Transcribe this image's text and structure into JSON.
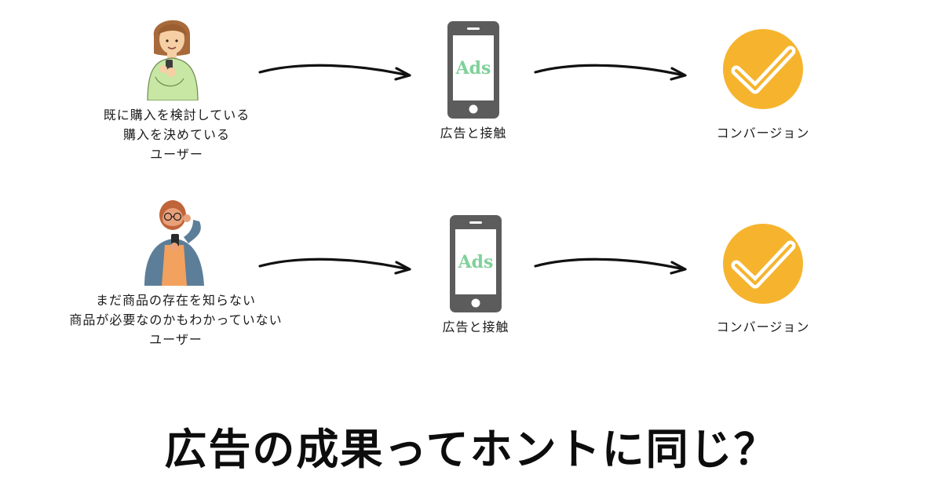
{
  "colors": {
    "check_circle": "#F6B42E",
    "ads_text": "#7FD19A",
    "phone_body": "#5C5C5C",
    "arrow": "#111111"
  },
  "rows": [
    {
      "user_label": [
        "既に購入を検討している",
        "購入を決めている",
        "ユーザー"
      ],
      "user_icon": "woman-with-phone",
      "phone_text": "Ads",
      "phone_label": "広告と接触",
      "conversion_label": "コンバージョン"
    },
    {
      "user_label": [
        "まだ商品の存在を知らない",
        "商品が必要なのかもわかっていない",
        "ユーザー"
      ],
      "user_icon": "man-with-phone",
      "phone_text": "Ads",
      "phone_label": "広告と接触",
      "conversion_label": "コンバージョン"
    }
  ],
  "headline": "広告の成果ってホントに同じ？"
}
